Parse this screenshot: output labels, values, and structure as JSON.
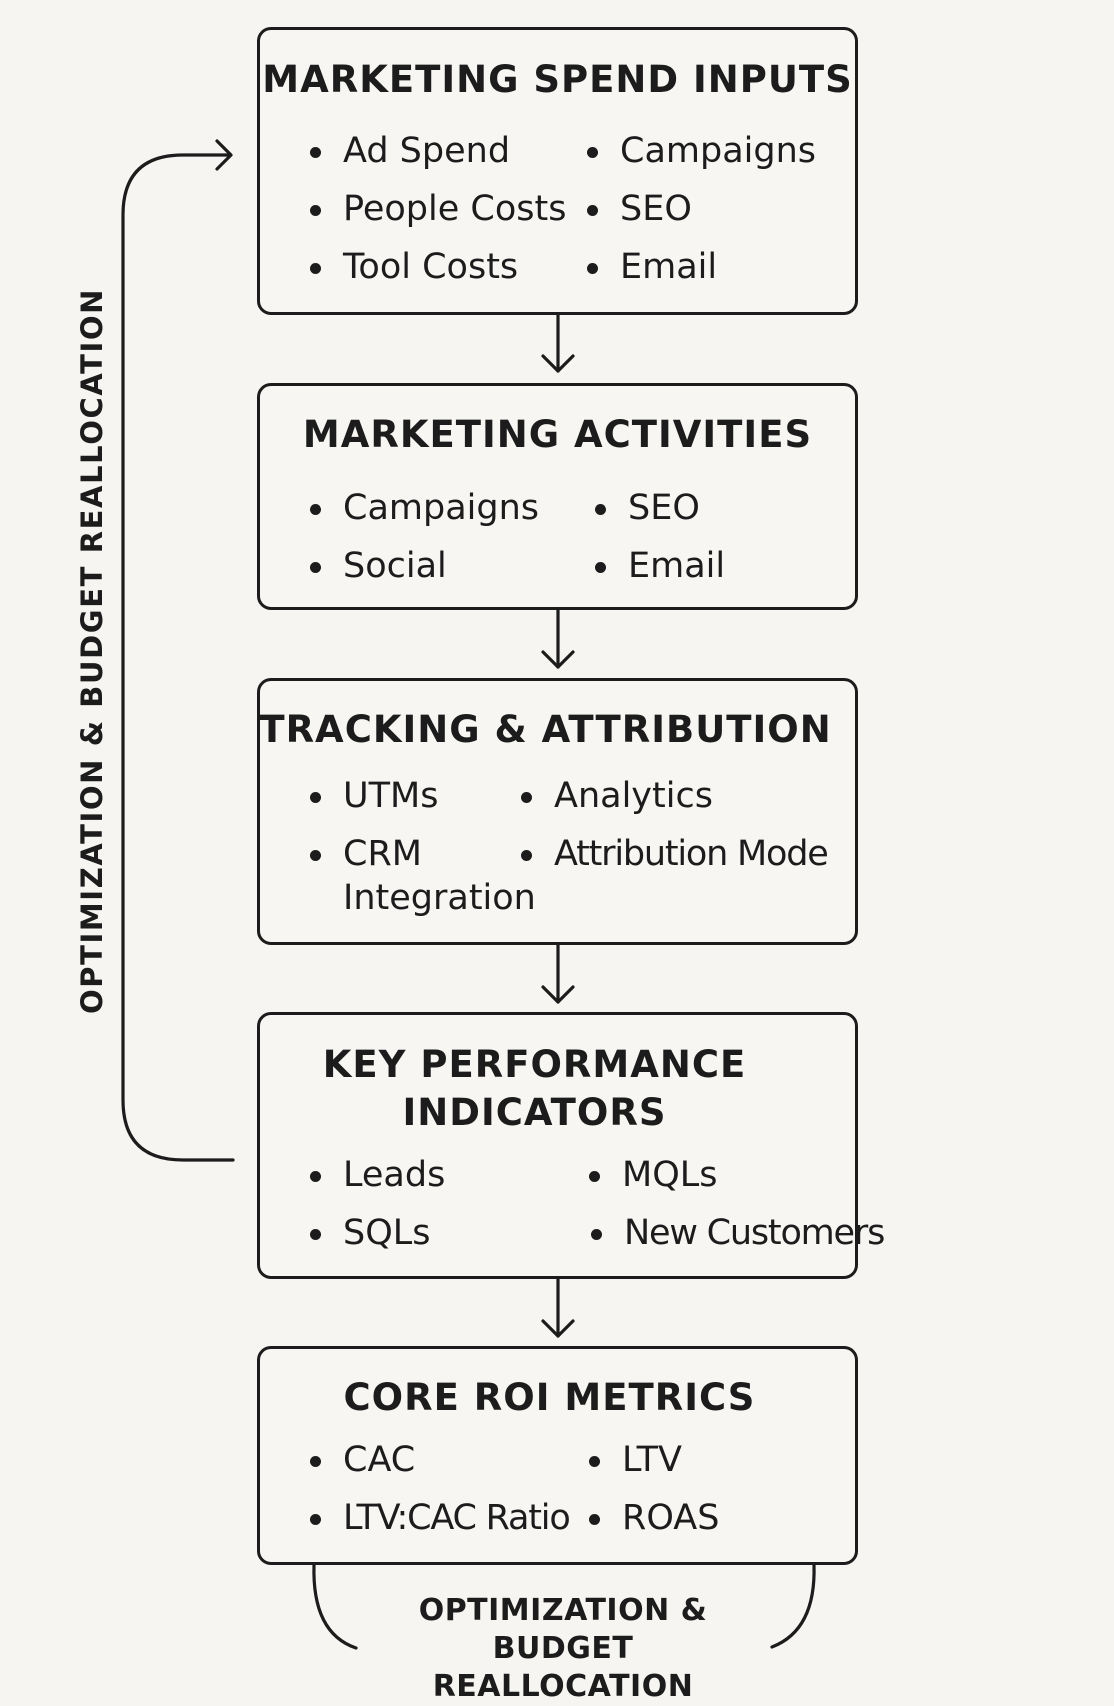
{
  "boxes": [
    {
      "title": "MARKETING SPEND INPUTS",
      "items": [
        "Ad Spend",
        "Campaigns",
        "People Costs",
        "SEO",
        "Tool Costs",
        "Email"
      ]
    },
    {
      "title": "MARKETING ACTIVITIES",
      "items": [
        "Campaigns",
        "SEO",
        "Social",
        "Email"
      ]
    },
    {
      "title": "TRACKING & ATTRIBUTION",
      "items": [
        "UTMs",
        "Analytics",
        "CRM Integration",
        "Attribution Mode"
      ]
    },
    {
      "title_line1": "KEY PERFORMANCE",
      "title_line2": "INDICATORS",
      "items": [
        "Leads",
        "MQLs",
        "SQLs",
        "New Customers"
      ]
    },
    {
      "title": "CORE ROI METRICS",
      "items": [
        "CAC",
        "LTV",
        "LTV:CAC Ratio",
        "ROAS"
      ]
    }
  ],
  "feedback_label_side": "OPTIMIZATION & BUDGET REALLOCATION",
  "feedback_label_bottom_line1": "OPTIMIZATION &",
  "feedback_label_bottom_line2": "BUDGET REALLOCATION"
}
